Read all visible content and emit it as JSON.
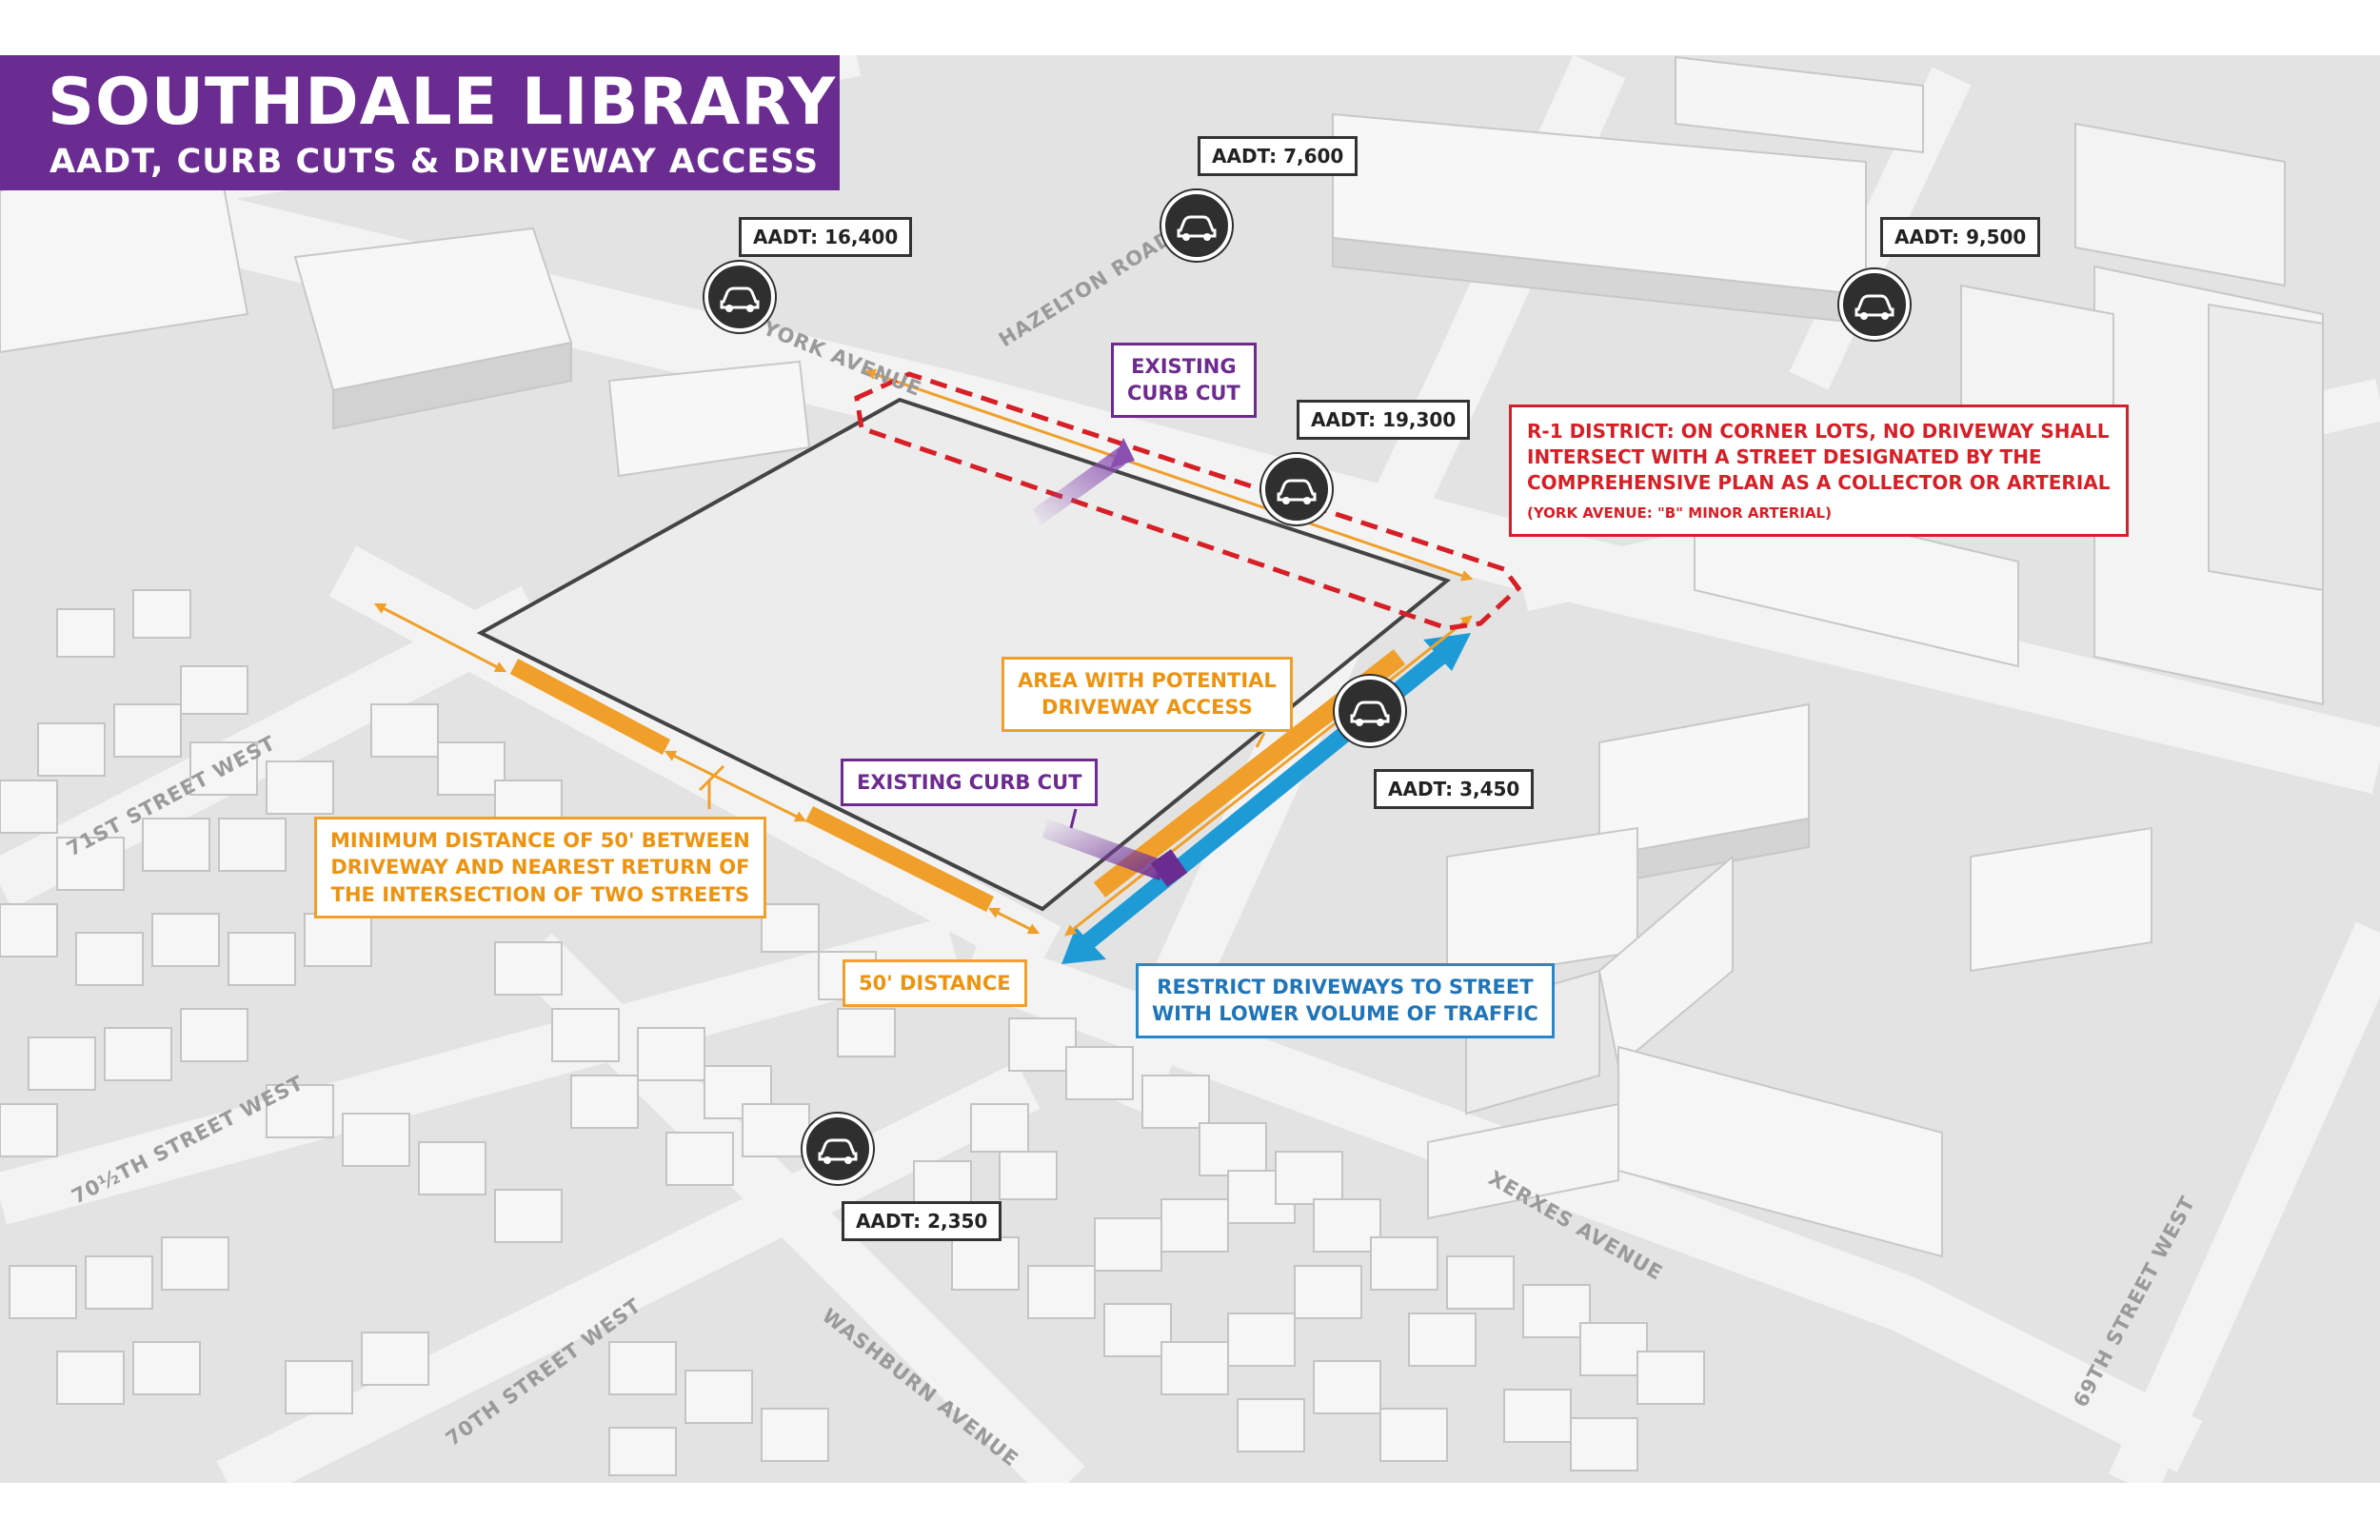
{
  "title": {
    "main": "SOUTHDALE LIBRARY",
    "subtitle": "AADT, CURB CUTS & DRIVEWAY ACCESS"
  },
  "streets": {
    "york": "YORK AVENUE",
    "hazelton": "HAZELTON ROAD",
    "st71": "71ST STREET WEST",
    "st70half": "70½TH STREET WEST",
    "st70": "70TH STREET WEST",
    "washburn": "WASHBURN AVENUE",
    "xerxes": "XERXES AVENUE",
    "st69": "69TH STREET WEST"
  },
  "aadt": {
    "york": "AADT: 16,400",
    "hazelton": "AADT: 7,600",
    "northeast": "AADT: 9,500",
    "york_east": "AADT: 19,300",
    "side_street": "AADT: 3,450",
    "washburn": "AADT: 2,350"
  },
  "annotations": {
    "existing_curb_cut_top": [
      "EXISTING",
      "CURB CUT"
    ],
    "existing_curb_cut_bottom": "EXISTING CURB CUT",
    "potential_access": [
      "AREA WITH POTENTIAL",
      "DRIVEWAY ACCESS"
    ],
    "min_distance": [
      "MINIMUM DISTANCE OF 50' BETWEEN",
      "DRIVEWAY AND NEAREST RETURN OF",
      "THE INTERSECTION OF TWO STREETS"
    ],
    "distance_50": "50' DISTANCE",
    "restrict": [
      "RESTRICT DRIVEWAYS TO STREET",
      "WITH LOWER VOLUME OF TRAFFIC"
    ],
    "r1_district": [
      "R-1 DISTRICT: ON CORNER LOTS, NO DRIVEWAY SHALL",
      "INTERSECT WITH A STREET DESIGNATED BY THE",
      "COMPREHENSIVE PLAN AS A COLLECTOR OR ARTERIAL"
    ],
    "r1_note": "(YORK AVENUE: \"B\" MINOR ARTERIAL)"
  },
  "colors": {
    "brand_purple": "#6a2c91",
    "orange": "#f0a02a",
    "blue": "#1e9bd7",
    "red": "#d61f26",
    "dark": "#333333"
  },
  "icons": {
    "vehicle": "car-icon"
  }
}
